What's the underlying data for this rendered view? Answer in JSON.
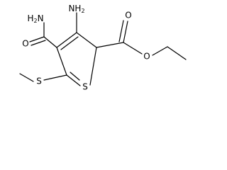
{
  "molecule": {
    "atoms": {
      "amide_nh2": "H2N",
      "amino_nh2": "NH2",
      "amide_o": "O",
      "ester_carbonyl_o": "O",
      "ester_ether_o": "O",
      "ring_s": "S",
      "methylthio_s": "S"
    }
  }
}
